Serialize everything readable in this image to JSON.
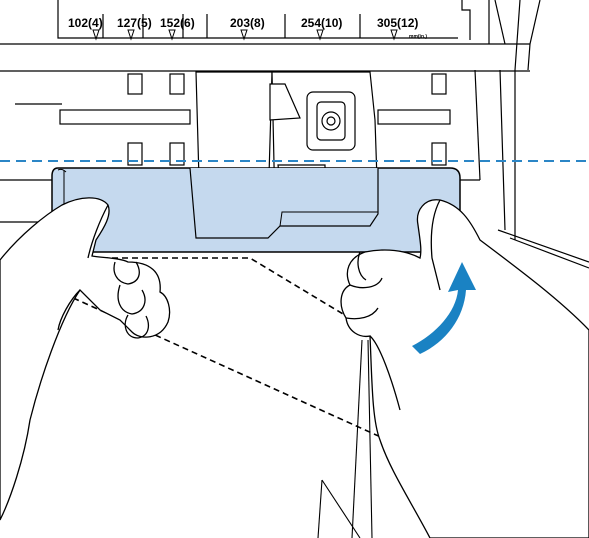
{
  "scale": {
    "marks": [
      "102(4)",
      "127(5)",
      "152(6)",
      "203(8)",
      "254(10)",
      "305(12)"
    ],
    "unit": "mm(in.)"
  },
  "colors": {
    "sheet_fill": "#c5d9ee",
    "guide_line": "#2b86c6",
    "arrow": "#1a82c3",
    "outline": "#000000"
  },
  "icons": {
    "arrow": "curved-arrow-icon",
    "guide": "dashed-alignment-guide",
    "previous_position": "dashed-sheet-outline"
  }
}
